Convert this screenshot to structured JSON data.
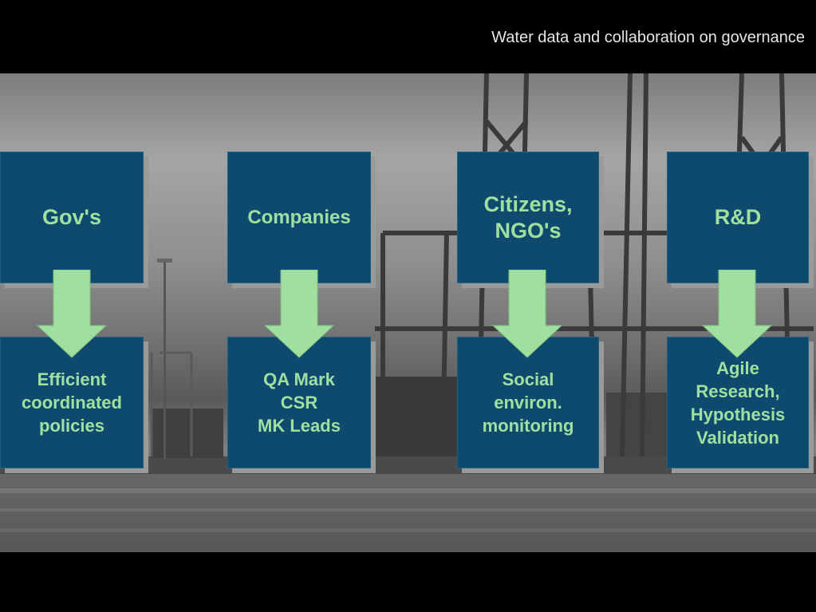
{
  "header": {
    "title": "Water data and collaboration on governance"
  },
  "columns": [
    {
      "top_label": "Gov's",
      "bottom_label": "Efficient\ncoordinated\npolicies"
    },
    {
      "top_label": "Companies",
      "bottom_label": "QA Mark\nCSR\nMK Leads"
    },
    {
      "top_label": "Citizens,\nNGO's",
      "bottom_label": "Social\nenviron.\nmonitoring"
    },
    {
      "top_label": "R&D",
      "bottom_label": "Agile\nResearch,\nHypothesis\nValidation"
    }
  ],
  "colors": {
    "box_fill": "#0d4a6e",
    "box_text": "#9fe0a0",
    "arrow_fill": "#9fe0a0",
    "background": "#000000"
  }
}
